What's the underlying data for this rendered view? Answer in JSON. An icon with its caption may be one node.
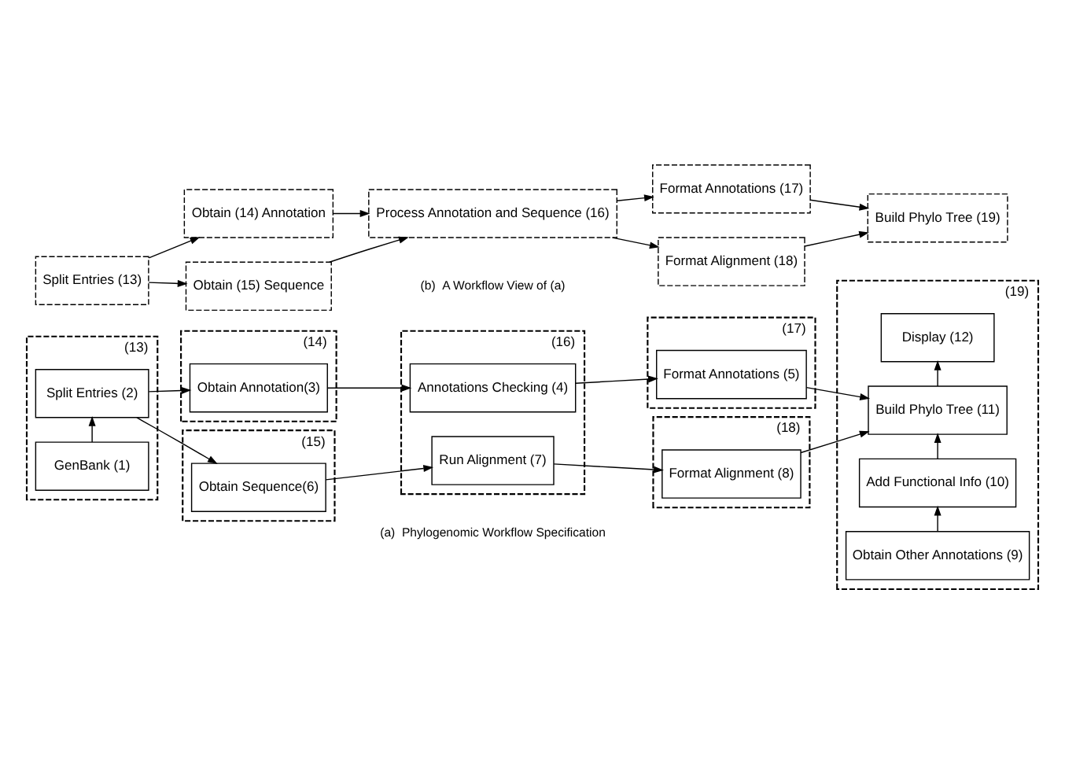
{
  "diagram": {
    "nodes": [
      {
        "text": [
          "(13)"
        ]
      },
      {
        "text": [
          "GenBank (1)"
        ],
        "in": 0
      },
      {
        "text": [
          "Split Entries (2)"
        ],
        "in": 0
      },
      {
        "text": [
          "(14)"
        ]
      },
      {
        "text": [
          "Obtain Annotation(3)"
        ],
        "in": 3
      },
      {
        "text": [
          "(15)"
        ]
      },
      {
        "text": [
          "Obtain Sequence(6)"
        ],
        "in": 5
      },
      {
        "text": [
          "(16)"
        ]
      },
      {
        "text": [
          "Annotations Checking (4)"
        ],
        "in": 7
      },
      {
        "text": [
          "Run Alignment (7)"
        ],
        "in": 7
      },
      {
        "text": [
          "(17)"
        ]
      },
      {
        "text": [
          "Format Annotations (5)"
        ],
        "in": 10
      },
      {
        "text": [
          "(18)"
        ]
      },
      {
        "text": [
          "Format Alignment (8)"
        ],
        "in": 12
      },
      {
        "text": [
          "(19)"
        ]
      },
      {
        "text": [
          "Obtain Other Annotations (9)"
        ],
        "in": 14
      },
      {
        "text": [
          "Add Functional Info (10)"
        ],
        "in": 14
      },
      {
        "text": [
          "Build Phylo Tree (11)"
        ],
        "in": 14
      },
      {
        "text": [
          "Display (12)"
        ],
        "in": 14
      },
      {
        "text": [
          "Split Entries (13)"
        ]
      },
      {
        "text": [
          "Obtain (14) Annotation"
        ]
      },
      {
        "text": [
          "Obtain (15) Sequence"
        ]
      },
      {
        "text": [
          "Process Annotation and Sequence (16)"
        ]
      },
      {
        "text": [
          "Format Annotations (17)"
        ]
      },
      {
        "text": [
          "Format Alignment (18)"
        ]
      },
      {
        "text": [
          "Build Phylo Tree (19)"
        ]
      }
    ],
    "edges": [
      {
        "from": 1,
        "to": 2,
        "arrow": "to"
      },
      {
        "from": 2,
        "to": 4,
        "arrow": "to"
      },
      {
        "from": 2,
        "to": 6,
        "arrow": "to"
      },
      {
        "from": 4,
        "to": 8,
        "arrow": "to"
      },
      {
        "from": 6,
        "to": 9,
        "arrow": "to"
      },
      {
        "from": 8,
        "to": 11,
        "arrow": "to"
      },
      {
        "from": 9,
        "to": 13,
        "arrow": "to"
      },
      {
        "from": 11,
        "to": 17,
        "arrow": "to"
      },
      {
        "from": 13,
        "to": 17,
        "arrow": "to"
      },
      {
        "from": 15,
        "to": 16,
        "arrow": "to"
      },
      {
        "from": 16,
        "to": 17,
        "arrow": "to"
      },
      {
        "from": 17,
        "to": 18,
        "arrow": "to"
      },
      {
        "from": 19,
        "to": 20,
        "arrow": "to"
      },
      {
        "from": 19,
        "to": 21,
        "arrow": "to"
      },
      {
        "from": 20,
        "to": 22,
        "arrow": "to"
      },
      {
        "from": 21,
        "to": 22,
        "arrow": "to"
      },
      {
        "from": 22,
        "to": 23,
        "arrow": "to"
      },
      {
        "from": 22,
        "to": 24,
        "arrow": "to"
      },
      {
        "from": 23,
        "to": 25,
        "arrow": "to"
      },
      {
        "from": 24,
        "to": 25,
        "arrow": "to"
      }
    ],
    "labels": [
      "(a)  Phylogenomic Workflow Specification",
      "(b)  A Workflow View of (a)"
    ]
  }
}
